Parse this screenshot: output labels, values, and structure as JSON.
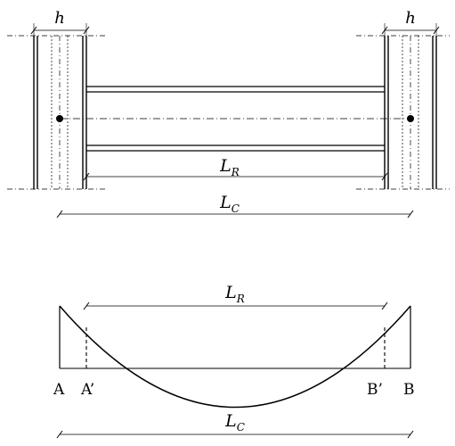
{
  "labels": {
    "h_left": "h",
    "h_right": "h",
    "lr_top": {
      "main": "L",
      "sub": "R"
    },
    "lc_top": {
      "main": "L",
      "sub": "C"
    },
    "lr_bottom": {
      "main": "L",
      "sub": "R"
    },
    "lc_bottom": {
      "main": "L",
      "sub": "C"
    },
    "point_a": "A",
    "point_a_prime": "A’",
    "point_b_prime": "B’",
    "point_b": "B"
  }
}
